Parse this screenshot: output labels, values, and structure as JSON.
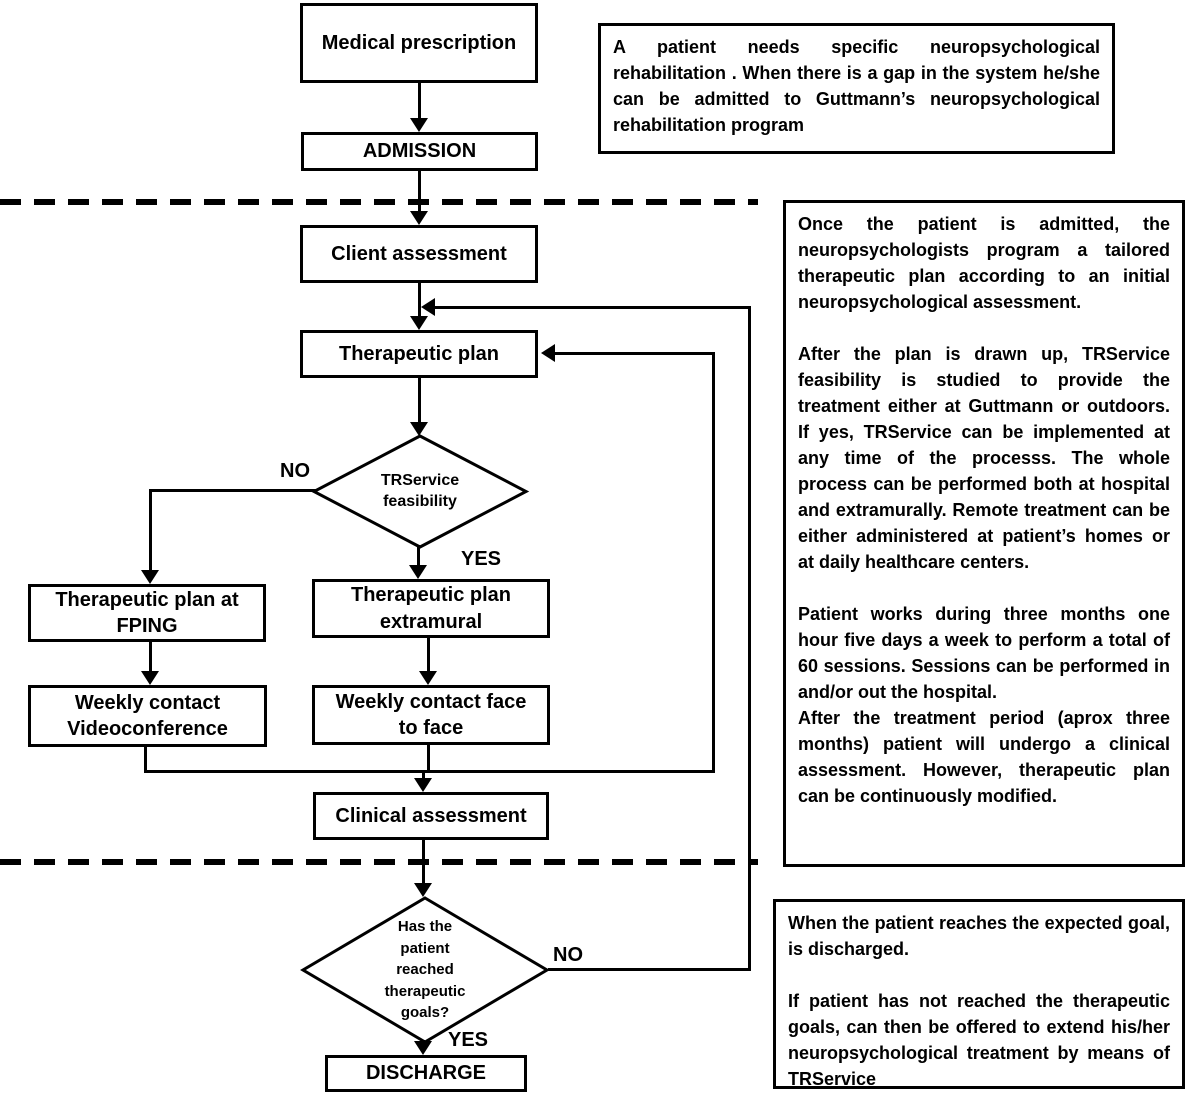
{
  "flowchart": {
    "nodes": {
      "medical_prescription": {
        "label": "Medical prescription"
      },
      "admission": {
        "label": "ADMISSION"
      },
      "client_assessment": {
        "label": "Client assessment"
      },
      "therapeutic_plan": {
        "label": "Therapeutic plan"
      },
      "trservice_feasibility": {
        "label": "TRService\nfeasibility"
      },
      "therapeutic_plan_fping": {
        "label": "Therapeutic plan at\nFPING"
      },
      "therapeutic_plan_extramural": {
        "label": "Therapeutic plan\nextramural"
      },
      "weekly_contact_videoconference": {
        "label": "Weekly contact\nVideoconference"
      },
      "weekly_contact_face_to_face": {
        "label": "Weekly contact face\nto face"
      },
      "clinical_assessment": {
        "label": "Clinical assessment"
      },
      "goals_decision": {
        "label": "Has the\npatient\nreached\ntherapeutic\ngoals?"
      },
      "discharge": {
        "label": "DISCHARGE"
      }
    },
    "branch_labels": {
      "feasibility_no": "NO",
      "feasibility_yes": "YES",
      "goals_no": "NO",
      "goals_yes": "YES"
    },
    "notes": {
      "admission_note": "A patient needs specific neuropsychological rehabilitation . When there is a gap in the system he/she can be admitted to Guttmann’s neuropsychological rehabilitation program",
      "treatment_note": [
        "Once the patient is admitted, the neuropsychologists program a tailored therapeutic plan according to an initial neuropsychological assessment.",
        "After the plan is drawn up, TRService feasibility is studied to provide the treatment either at Guttmann or outdoors. If yes, TRService can be implemented at any time of the processs. The whole process can be performed both at hospital and extramurally. Remote treatment can be either administered at patient’s homes or at daily healthcare centers.",
        "Patient works during three months one hour five days a week to perform a total of 60 sessions. Sessions can be performed in and/or out the hospital.",
        "After the treatment period (aprox three months) patient will undergo a clinical assessment. However, therapeutic plan can be continuously modified."
      ],
      "discharge_note": [
        "When the patient reaches the expected goal, is discharged.",
        "If patient has not reached the therapeutic goals, can then be offered to extend his/her neuropsychological treatment by means of TRService"
      ]
    },
    "colors": {
      "ink": "#000000",
      "background": "#ffffff"
    }
  }
}
